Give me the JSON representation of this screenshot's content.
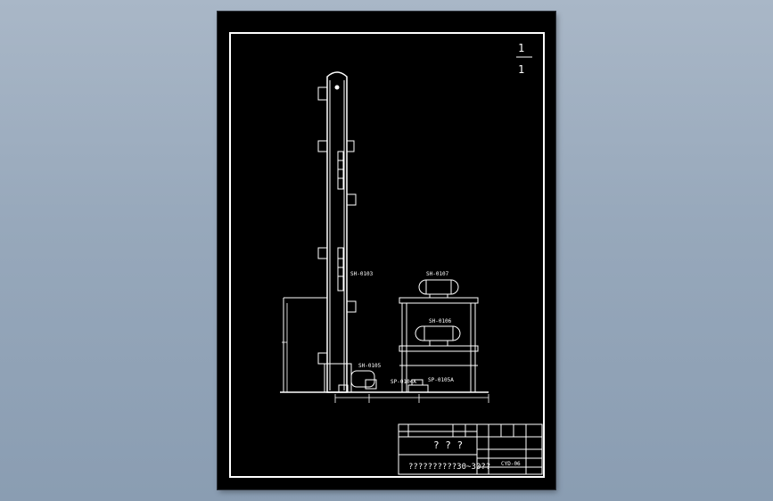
{
  "drawing": {
    "tags": {
      "column": "SH-0103",
      "upper_exchanger": "SH-0107",
      "middle_exchanger": "SH-0106",
      "lower_drum": "SH-0105",
      "pump_a": "SP-0104A",
      "pump_b": "SP-0105A"
    },
    "revision_marks": [
      "1",
      "1"
    ],
    "title_block": {
      "title_marks": "? ? ?",
      "drawing_name": "??????????30~30??",
      "drawing_number": "CYD-06"
    }
  },
  "colors": {
    "background": "#97a8bb",
    "sheet": "#000000",
    "line": "#ffffff"
  }
}
